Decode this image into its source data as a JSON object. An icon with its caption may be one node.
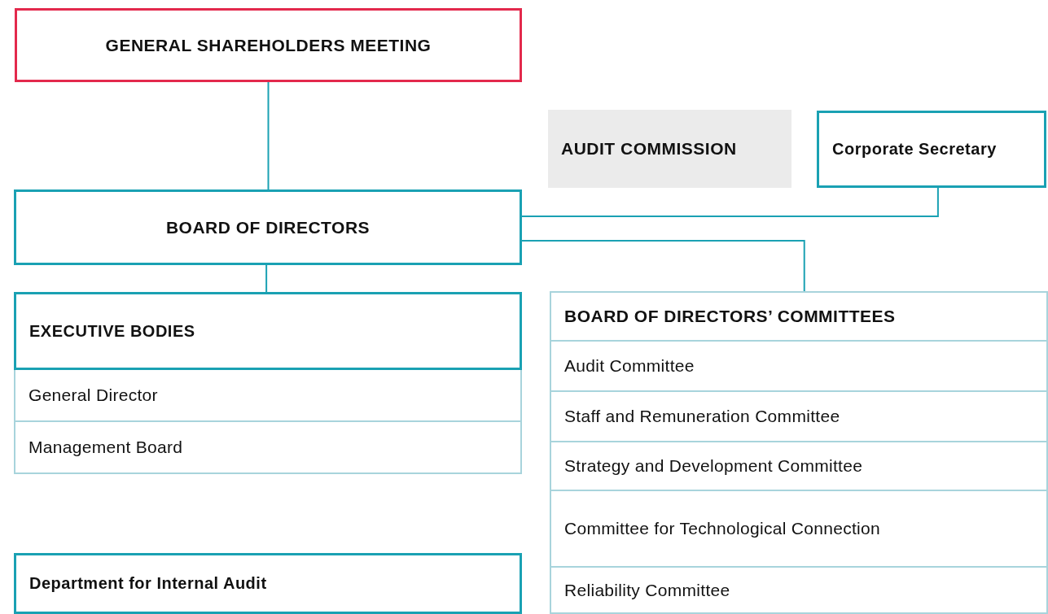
{
  "diagram": {
    "nodes": [
      {
        "text": [
          "GENERAL SHAREHOLDERS MEETING"
        ]
      },
      {
        "text": [
          "AUDIT COMMISSION"
        ]
      },
      {
        "text": [
          "Corporate Secretary"
        ]
      },
      {
        "text": [
          "BOARD OF DIRECTORS"
        ]
      },
      {
        "text": [
          "EXECUTIVE BODIES"
        ]
      },
      {
        "text": [
          "General Director"
        ]
      },
      {
        "text": [
          "Management Board"
        ]
      },
      {
        "text": [
          "BOARD OF DIRECTORS’ COMMITTEES"
        ]
      },
      {
        "text": [
          "Audit Committee"
        ]
      },
      {
        "text": [
          "Staff and Remuneration Committee"
        ]
      },
      {
        "text": [
          "Strategy and Development Committee"
        ]
      },
      {
        "text": [
          "Committee for Technological Connection"
        ]
      },
      {
        "text": [
          "Reliability Committee"
        ]
      },
      {
        "text": [
          "Department for Internal Audit"
        ]
      }
    ],
    "edges": [
      {
        "from": 0,
        "to": 3,
        "arrow": "none"
      },
      {
        "from": 2,
        "to": 3,
        "arrow": "none"
      },
      {
        "from": 3,
        "to": 7,
        "arrow": "none"
      },
      {
        "from": 3,
        "to": 4,
        "arrow": "none"
      }
    ]
  }
}
